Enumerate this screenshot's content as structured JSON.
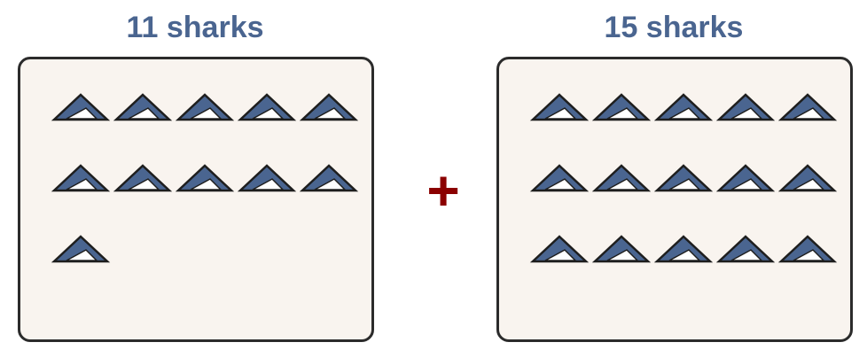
{
  "groups": [
    {
      "label": "11 sharks",
      "count": 11
    },
    {
      "label": "15 sharks",
      "count": 15
    }
  ],
  "operator": "+",
  "icon": "shark-fin-icon",
  "colors": {
    "title": "#4a6590",
    "fin_fill": "#4a6590",
    "fin_stroke": "#1e1e1e",
    "fin_notch": "#ffffff",
    "box_fill": "#f9f4ef",
    "box_border": "#2b2b2b",
    "operator": "#8b0000"
  }
}
